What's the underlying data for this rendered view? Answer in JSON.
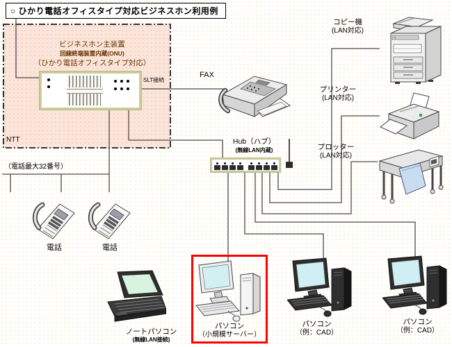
{
  "title": "○ ひかり電話オフィスタイプ対応ビジネスホン利用例",
  "ntt": {
    "label": "NTT"
  },
  "main_unit": {
    "name_line1": "ビジネスホン主装置",
    "name_line2": "回線終端装置内蔵(ONU)",
    "name_line3": "（ひかり電話オフィスタイプ対応）",
    "slt_label": "SLT接続"
  },
  "phone_bus": {
    "label": "（電話最大32番号）"
  },
  "fax": {
    "label": "FAX"
  },
  "hub": {
    "label": "Hub（ハブ）",
    "sublabel": "(無線LAN内蔵)"
  },
  "copier": {
    "label": "コピー機",
    "sublabel": "(LAN対応)"
  },
  "printer": {
    "label": "プリンター",
    "sublabel": "(LAN対応)"
  },
  "plotter": {
    "label": "プロッター",
    "sublabel": "(LAN対応)"
  },
  "phone1": {
    "label": "電話"
  },
  "phone2": {
    "label": "電話"
  },
  "laptop": {
    "label": "ノートパソコン",
    "sublabel": "(無線LAN接続)"
  },
  "server_pc": {
    "label": "パソコン",
    "sublabel": "（小規模サーバー）"
  },
  "cad_pc1": {
    "label": "パソコン",
    "sublabel": "（例：CAD）"
  },
  "cad_pc2": {
    "label": "パソコン",
    "sublabel": "（例：CAD）"
  },
  "colors": {
    "ntt_area_fill": "#FBE5DA",
    "ntt_area_dots": "#F3CDBD",
    "device_frame": "#CCCC99",
    "highlight_red": "#FF0000",
    "unit_text_brown": "#663300",
    "wire": "#4A4A4A",
    "plotter_paper": "#C9DCF2",
    "screen_cyan": "#CFEFF4",
    "laptop_screen_green": "#D8F3DF"
  }
}
